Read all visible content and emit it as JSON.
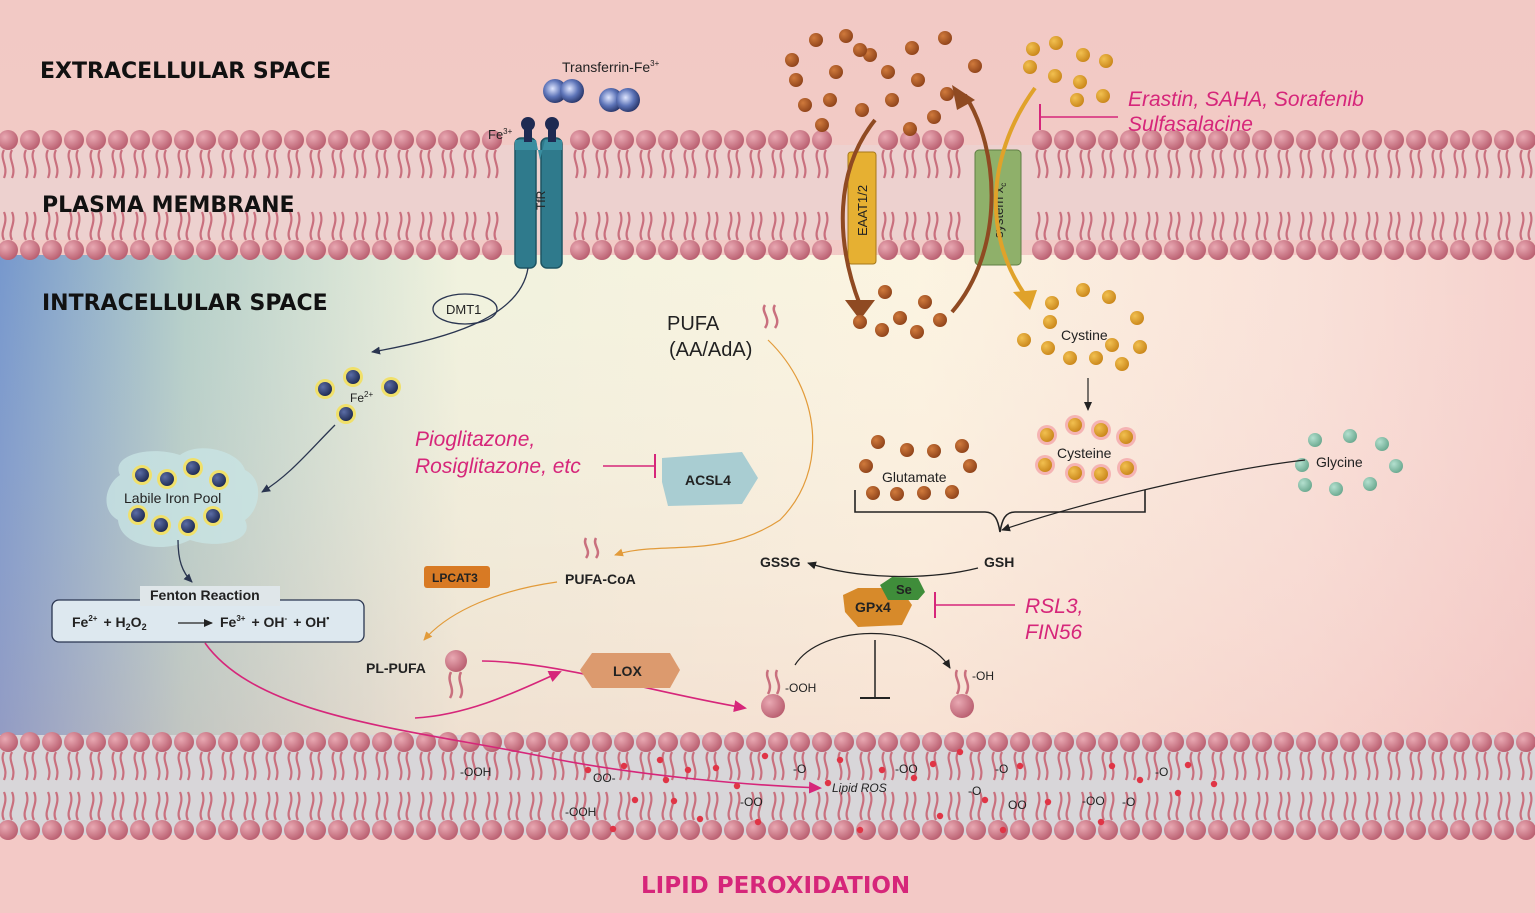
{
  "regions": {
    "extracellular": "EXTRACELLULAR SPACE",
    "membrane": "PLASMA MEMBRANE",
    "intracellular": "INTRACELLULAR SPACE"
  },
  "transferrin": "Transferrin-Fe",
  "transferrin_sup": "3+",
  "fe3": "Fe",
  "fe3_sup": "3+",
  "tfr": "TfR",
  "dmt1": "DMT1",
  "fe2": "Fe",
  "fe2_sup": "2+",
  "labile_pool": "Labile Iron Pool",
  "fenton": {
    "title": "Fenton Reaction",
    "eq_left": "Fe",
    "eq_left_sup": "2+",
    "eq_mid": "+ H",
    "eq_h2o2_sub1": "2",
    "eq_o": "O",
    "eq_h2o2_sub2": "2",
    "eq_right": "Fe",
    "eq_right_sup": "3+",
    "eq_oh1": "+ OH",
    "eq_oh1_sup": "-",
    "eq_oh2": "+ OH",
    "eq_oh2_sup": "•"
  },
  "pufa": "PUFA",
  "pufa_sub": "(AA/AdA)",
  "pufa_coa": "PUFA-CoA",
  "acsl4": "ACSL4",
  "lpcat3": "LPCAT3",
  "pl_pufa": "PL-PUFA",
  "lox": "LOX",
  "eaat": "EAAT1/2",
  "system_xc": "system x",
  "system_xc_sub": "c",
  "system_xc_sup": "-",
  "cystine": "Cystine",
  "cysteine": "Cysteine",
  "glutamate": "Glutamate",
  "glycine": "Glycine",
  "gsh": "GSH",
  "gssg": "GSSG",
  "gpx4": "GPx4",
  "se": "Se",
  "ooh_intracellular": "-OOH",
  "oh_intracellular": "-OH",
  "lipid_ros": "Lipid ROS",
  "membrane_groups": [
    "-OOH",
    "OO-",
    "-OOH",
    "-OO",
    "-O",
    "-OO",
    "-O",
    "-O",
    "OO",
    "-OO",
    "-O",
    "-O"
  ],
  "drugs": {
    "erastin_1": "Erastin, SAHA, Sorafenib",
    "erastin_2": "Sulfasalacine",
    "pio_1": "Pioglitazone,",
    "pio_2": "Rosiglitazone, etc",
    "rsl3_1": "RSL3,",
    "rsl3_2": "FIN56"
  },
  "bottom_title": "LIPID PEROXIDATION",
  "colors": {
    "lipid_head": "#c9707e",
    "drug_text": "#d6267a",
    "glutamate": "#b05a22",
    "cystine": "#e0a22a",
    "glycine": "#8cc7b0",
    "iron": "#2f3f6e",
    "tfr": "#2f7a8c"
  }
}
